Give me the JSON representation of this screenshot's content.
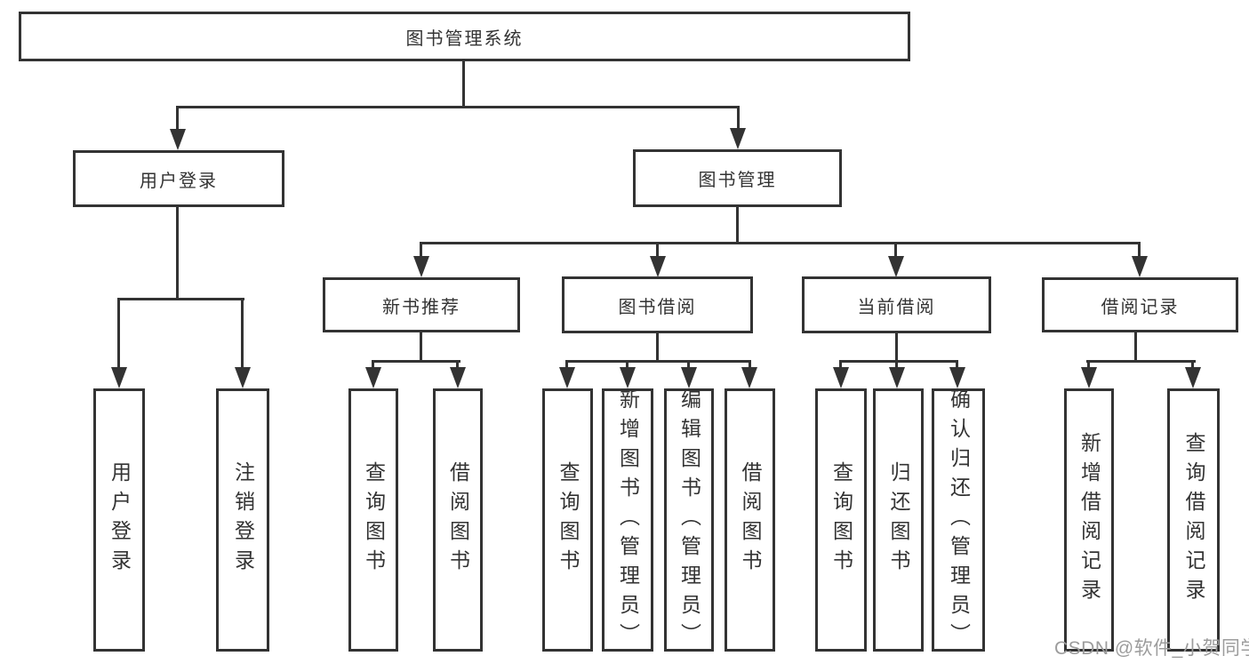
{
  "diagram": {
    "type": "tree",
    "root": {
      "label": "图书管理系统",
      "children": [
        {
          "label": "用户登录",
          "children": [
            {
              "label": "用户登录"
            },
            {
              "label": "注销登录"
            }
          ]
        },
        {
          "label": "图书管理",
          "children": [
            {
              "label": "新书推荐",
              "children": [
                {
                  "label": "查询图书"
                },
                {
                  "label": "借阅图书"
                }
              ]
            },
            {
              "label": "图书借阅",
              "children": [
                {
                  "label": "查询图书"
                },
                {
                  "label": "新增图书（管理员）"
                },
                {
                  "label": "编辑图书（管理员）"
                },
                {
                  "label": "借阅图书"
                }
              ]
            },
            {
              "label": "当前借阅",
              "children": [
                {
                  "label": "查询图书"
                },
                {
                  "label": "归还图书"
                },
                {
                  "label": "确认归还（管理员）"
                }
              ]
            },
            {
              "label": "借阅记录",
              "children": [
                {
                  "label": "新增借阅记录"
                },
                {
                  "label": "查询借阅记录"
                }
              ]
            }
          ]
        }
      ]
    }
  },
  "watermark": {
    "text": "CSDN @软件_小贺同学"
  },
  "colors": {
    "line": "#333333",
    "box_border": "#333333",
    "text": "#333333",
    "background": "#ffffff",
    "watermark": "#9c9c9c"
  }
}
